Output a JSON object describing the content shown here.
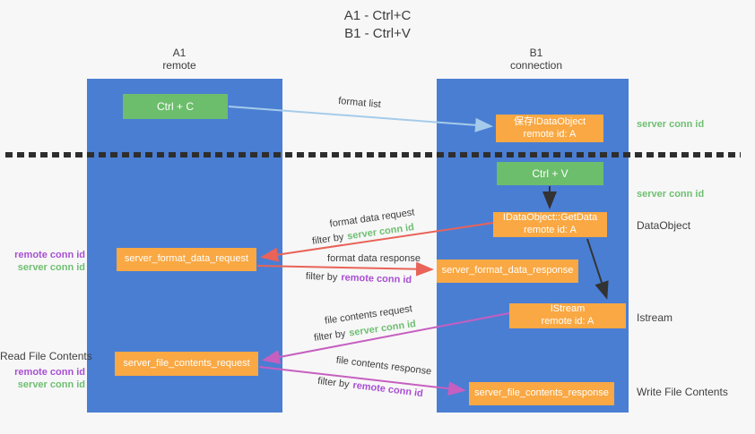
{
  "title": {
    "line1": "A1 - Ctrl+C",
    "line2": "B1 - Ctrl+V"
  },
  "lanes": {
    "left": {
      "name": "A1",
      "subtitle": "remote"
    },
    "right": {
      "name": "B1",
      "subtitle": "connection"
    }
  },
  "boxes": {
    "ctrl_c": {
      "label": "Ctrl + C"
    },
    "ctrl_v": {
      "label": "Ctrl + V"
    },
    "save_idataobject": {
      "line1": "保存IDataObject",
      "line2": "remote id: A"
    },
    "idataobject_getdata": {
      "line1": "IDataObject::GetData",
      "line2": "remote id: A"
    },
    "istream": {
      "line1": "IStream",
      "line2": "remote id: A"
    },
    "server_format_data_request": {
      "label": "server_format_data_request"
    },
    "server_format_data_response": {
      "label": "server_format_data_response"
    },
    "server_file_contents_request": {
      "label": "server_file_contents_request"
    },
    "server_file_contents_response": {
      "label": "server_file_contents_response"
    }
  },
  "arrows": {
    "format_list": {
      "label": "format list",
      "color": "#A5CBEA"
    },
    "format_data_request": {
      "label": "format data request",
      "filter_prefix": "filter by",
      "filter_key": "server conn id",
      "color": "#E96358"
    },
    "format_data_response": {
      "label": "format data response",
      "filter_prefix": "filter by",
      "filter_key": "remote conn id",
      "color": "#E96358"
    },
    "file_contents_request": {
      "label": "file contents request",
      "filter_prefix": "filter by",
      "filter_key": "server conn id",
      "color": "#C65FC0"
    },
    "file_contents_response": {
      "label": "file contents response",
      "filter_prefix": "filter by",
      "filter_key": "remote conn id",
      "color": "#C65FC0"
    }
  },
  "side_labels": {
    "right_top_server_conn_id": "server conn id",
    "right_mid_server_conn_id": "server conn id",
    "dataobject": "DataObject",
    "istream": "Istream",
    "write_file_contents": "Write File Contents",
    "left_format_remote_conn_id": "remote conn id",
    "left_format_server_conn_id": "server conn id",
    "read_file_contents": "Read File Contents",
    "left_file_remote_conn_id": "remote conn id",
    "left_file_server_conn_id": "server conn id"
  },
  "colors": {
    "lane_blue": "#4A7ED3",
    "box_orange": "#F9A843",
    "box_green": "#6CBE6C",
    "arrow_blue": "#A5CBEA",
    "arrow_red": "#E96358",
    "arrow_magenta": "#C65FC0",
    "arrow_black": "#333333",
    "text_green": "#6FBF72",
    "text_purple": "#A84FD3",
    "text_dark": "#3C3C3C",
    "background": "#F7F7F7",
    "dotted_line": "#2E2E2E"
  }
}
